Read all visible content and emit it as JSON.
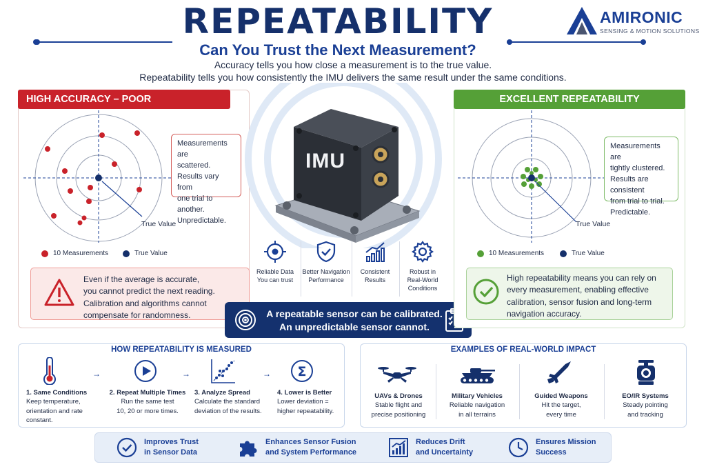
{
  "header": {
    "title": "REPEATABILITY",
    "subtitle": "Can You Trust the Next Measurement?",
    "intro_1": "Accuracy tells you how close a measurement is to the true value.",
    "intro_2": "Repeatability tells you how consistently the IMU delivers the same result under the same conditions."
  },
  "logo": {
    "name": "AMIRONIC",
    "tagline": "SENSING & MOTION SOLUTIONS"
  },
  "left_panel": {
    "banner": "HIGH ACCURACY – POOR REPEATABILITY",
    "callout": [
      "Measurements are",
      "scattered.",
      "Results vary from",
      "one trial to another.",
      "Unpredictable."
    ],
    "true_value_label": "True Value",
    "legend_measurements": "10 Measurements",
    "legend_true": "True Value",
    "note": [
      "Even if the average is accurate,",
      "you cannot predict the next reading.",
      "Calibration and algorithms cannot",
      "compensate for randomness."
    ]
  },
  "right_panel": {
    "banner": "EXCELLENT REPEATABILITY",
    "callout": [
      "Measurements are",
      "tightly clustered.",
      "Results are consistent",
      "from trial to trial.",
      "Predictable."
    ],
    "true_value_label": "True Value",
    "legend_measurements": "10 Measurements",
    "legend_true": "True Value",
    "note": [
      "High repeatability means you can rely on",
      "every measurement, enabling effective",
      "calibration, sensor fusion and long-term",
      "navigation accuracy."
    ]
  },
  "center": {
    "device_label": "IMU",
    "features": [
      {
        "icon": "target-icon",
        "line1": "Reliable Data",
        "line2": "You can trust",
        "line3": ""
      },
      {
        "icon": "shield-check-icon",
        "line1": "Better Navigation",
        "line2": "Performance",
        "line3": ""
      },
      {
        "icon": "bar-chart-icon",
        "line1": "Consistent",
        "line2": "Results",
        "line3": ""
      },
      {
        "icon": "gear-icon",
        "line1": "Robust in",
        "line2": "Real-World",
        "line3": "Conditions"
      }
    ],
    "banner_line1": "A repeatable sensor can be calibrated.",
    "banner_line2": "An unpredictable sensor cannot."
  },
  "measured": {
    "heading": "HOW REPEATABILITY IS MEASURED",
    "steps": [
      {
        "icon": "thermometer-icon",
        "title": "1. Same Conditions",
        "lines": [
          "Keep temperature,",
          "orientation and rate",
          "constant."
        ]
      },
      {
        "icon": "play-icon",
        "title": "2. Repeat Multiple Times",
        "lines": [
          "Run the same test",
          "10, 20 or more times."
        ]
      },
      {
        "icon": "scatter-icon",
        "title": "3. Analyze Spread",
        "lines": [
          "Calculate the standard",
          "deviation of the results."
        ]
      },
      {
        "icon": "sigma-icon",
        "title": "4. Lower is Better",
        "lines": [
          "Lower deviation =",
          "higher repeatability."
        ]
      }
    ]
  },
  "examples": {
    "heading": "EXAMPLES OF REAL-WORLD IMPACT",
    "items": [
      {
        "icon": "drone-icon",
        "title": "UAVs & Drones",
        "lines": [
          "Stable flight and",
          "precise positioning"
        ]
      },
      {
        "icon": "tank-icon",
        "title": "Military Vehicles",
        "lines": [
          "Reliable navigation",
          "in all terrains"
        ]
      },
      {
        "icon": "missile-icon",
        "title": "Guided Weapons",
        "lines": [
          "Hit the target,",
          "every time"
        ]
      },
      {
        "icon": "camera-gimbal-icon",
        "title": "EO/IR Systems",
        "lines": [
          "Steady pointing",
          "and tracking"
        ]
      }
    ]
  },
  "footer": [
    {
      "icon": "check-circle-icon",
      "line1": "Improves Trust",
      "line2": "in Sensor Data"
    },
    {
      "icon": "puzzle-icon",
      "line1": "Enhances Sensor Fusion",
      "line2": "and System Performance"
    },
    {
      "icon": "trend-chart-icon",
      "line1": "Reduces Drift",
      "line2": "and Uncertainty"
    },
    {
      "icon": "clock-icon",
      "line1": "Ensures Mission",
      "line2": "Success"
    }
  ],
  "colors": {
    "navy": "#15306b",
    "blue": "#1a3f95",
    "red": "#c9222a",
    "green": "#55a037"
  }
}
